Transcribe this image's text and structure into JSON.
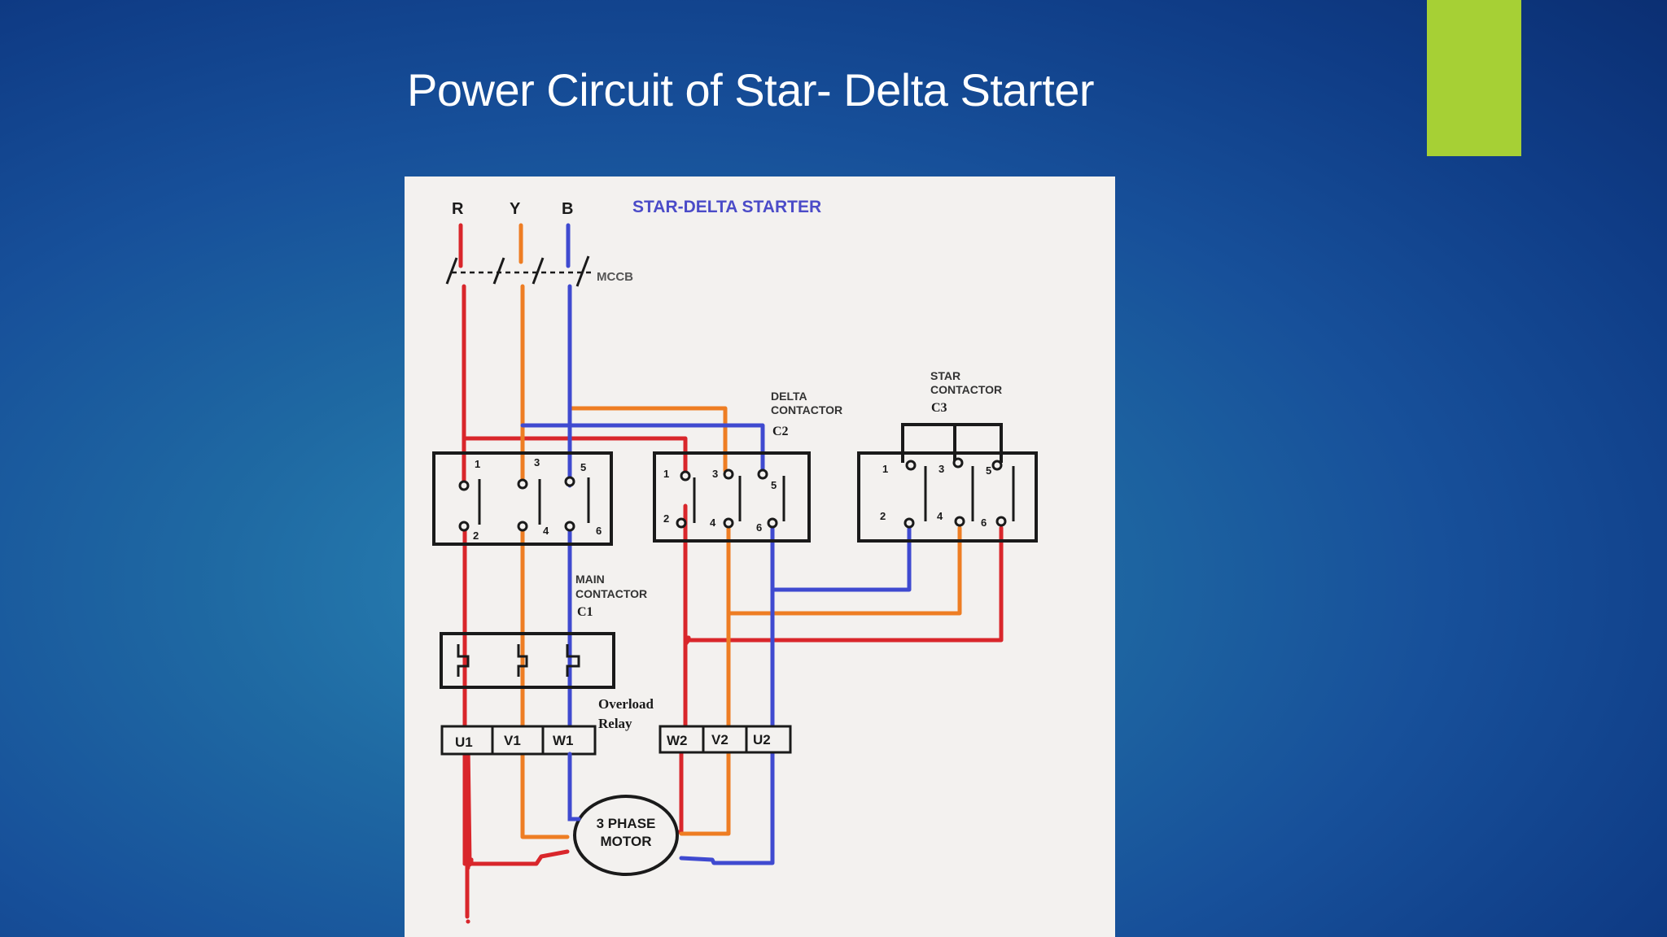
{
  "slide": {
    "title": "Power Circuit of Star- Delta Starter"
  },
  "diagram": {
    "heading": "STAR-DELTA STARTER",
    "phases": [
      "R",
      "Y",
      "B"
    ],
    "mccb_label": "MCCB",
    "main_contactor": {
      "line1": "MAIN",
      "line2": "CONTACTOR",
      "line3": "C1"
    },
    "delta_contactor": {
      "line1": "DELTA",
      "line2": "CONTACTOR",
      "line3": "C2"
    },
    "star_contactor": {
      "line1": "STAR",
      "line2": "CONTACTOR",
      "line3": "C3"
    },
    "overload_relay": {
      "line1": "Overload",
      "line2": "Relay"
    },
    "motor": {
      "line1": "3 PHASE",
      "line2": "MOTOR"
    },
    "terminals_1": [
      "U1",
      "V1",
      "W1"
    ],
    "terminals_2": [
      "W2",
      "V2",
      "U2"
    ],
    "contact_numbers": {
      "top": [
        "1",
        "3",
        "5"
      ],
      "bottom": [
        "2",
        "4",
        "6"
      ]
    },
    "colors": {
      "r_phase": "#d9262b",
      "y_phase": "#ee7d23",
      "b_phase": "#3f4ad0",
      "heading": "#4b4bc8",
      "ink": "#1a1a1a",
      "accent": "#a6d035"
    }
  }
}
